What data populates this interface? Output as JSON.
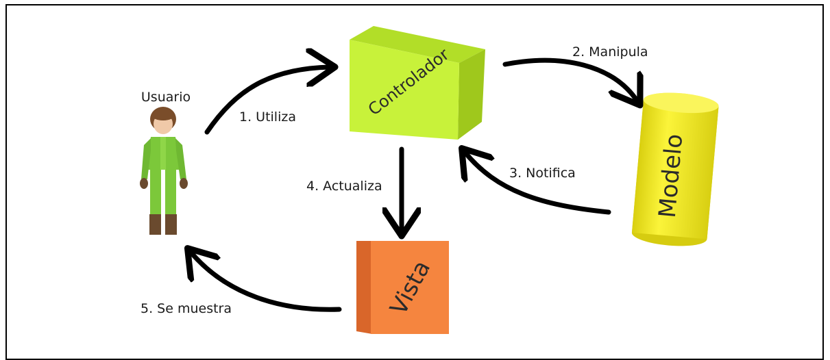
{
  "diagram": {
    "actor_label": "Usuario",
    "controller_label": "Controlador",
    "model_label": "Modelo",
    "view_label": "Vista",
    "edges": {
      "utiliza": "1. Utiliza",
      "manipula": "2. Manipula",
      "notifica": "3. Notifica",
      "actualiza": "4. Actualiza",
      "muestra": "5. Se muestra"
    }
  },
  "colors": {
    "controller": "#c8f23a",
    "model": "#f2ea2a",
    "view": "#f5853f",
    "actor_clothes": "#7cc83a"
  }
}
